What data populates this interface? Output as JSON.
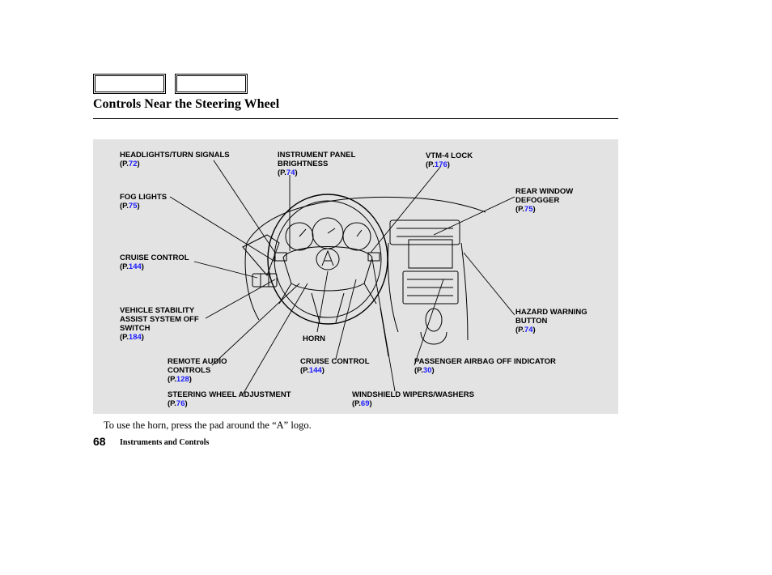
{
  "page": {
    "title": "Controls Near the Steering Wheel",
    "note": "To use the horn, press the pad around the “A” logo.",
    "page_number": "68",
    "section": "Instruments and Controls"
  },
  "colors": {
    "panel_bg": "#e3e3e3",
    "link": "#1a1aff"
  },
  "labels": {
    "headlights": {
      "name": "HEADLIGHTS/TURN SIGNALS",
      "ref_prefix": "(P.",
      "ref_num": "72",
      "ref_suffix": ")"
    },
    "instrument": {
      "name1": "INSTRUMENT PANEL",
      "name2": "BRIGHTNESS",
      "ref_prefix": "(P.",
      "ref_num": "74",
      "ref_suffix": ")"
    },
    "vtm4": {
      "name": "VTM-4 LOCK",
      "ref_prefix": "(P.",
      "ref_num": "176",
      "ref_suffix": ")"
    },
    "fog": {
      "name": "FOG LIGHTS",
      "ref_prefix": "(P.",
      "ref_num": "75",
      "ref_suffix": ")"
    },
    "rear": {
      "name1": "REAR WINDOW",
      "name2": "DEFOGGER",
      "ref_prefix": "(P.",
      "ref_num": "75",
      "ref_suffix": ")"
    },
    "cruise_left": {
      "name": "CRUISE CONTROL",
      "ref_prefix": "(P.",
      "ref_num": "144",
      "ref_suffix": ")"
    },
    "vsa": {
      "name1": "VEHICLE STABILITY",
      "name2": "ASSIST SYSTEM OFF",
      "name3": "SWITCH",
      "ref_prefix": "(P.",
      "ref_num": "184",
      "ref_suffix": ")"
    },
    "hazard": {
      "name1": "HAZARD WARNING",
      "name2": "BUTTON",
      "ref_prefix": "(P.",
      "ref_num": "74",
      "ref_suffix": ")"
    },
    "horn": {
      "name": "HORN"
    },
    "remote_audio": {
      "name1": "REMOTE AUDIO",
      "name2": "CONTROLS",
      "ref_prefix": "(P.",
      "ref_num": "128",
      "ref_suffix": ")"
    },
    "cruise_center": {
      "name": "CRUISE CONTROL",
      "ref_prefix": "(P.",
      "ref_num": "144",
      "ref_suffix": ")"
    },
    "airbag": {
      "name": "PASSENGER AIRBAG OFF INDICATOR",
      "ref_prefix": "(P.",
      "ref_num": "30",
      "ref_suffix": ")"
    },
    "steering_adj": {
      "name": "STEERING WHEEL ADJUSTMENT",
      "ref_prefix": "(P.",
      "ref_num": "76",
      "ref_suffix": ")"
    },
    "wipers": {
      "name": "WINDSHIELD WIPERS/WASHERS",
      "ref_prefix": "(P.",
      "ref_num": "69",
      "ref_suffix": ")"
    }
  },
  "diagram": {
    "logo": "A",
    "horn_mark": "HORN"
  }
}
